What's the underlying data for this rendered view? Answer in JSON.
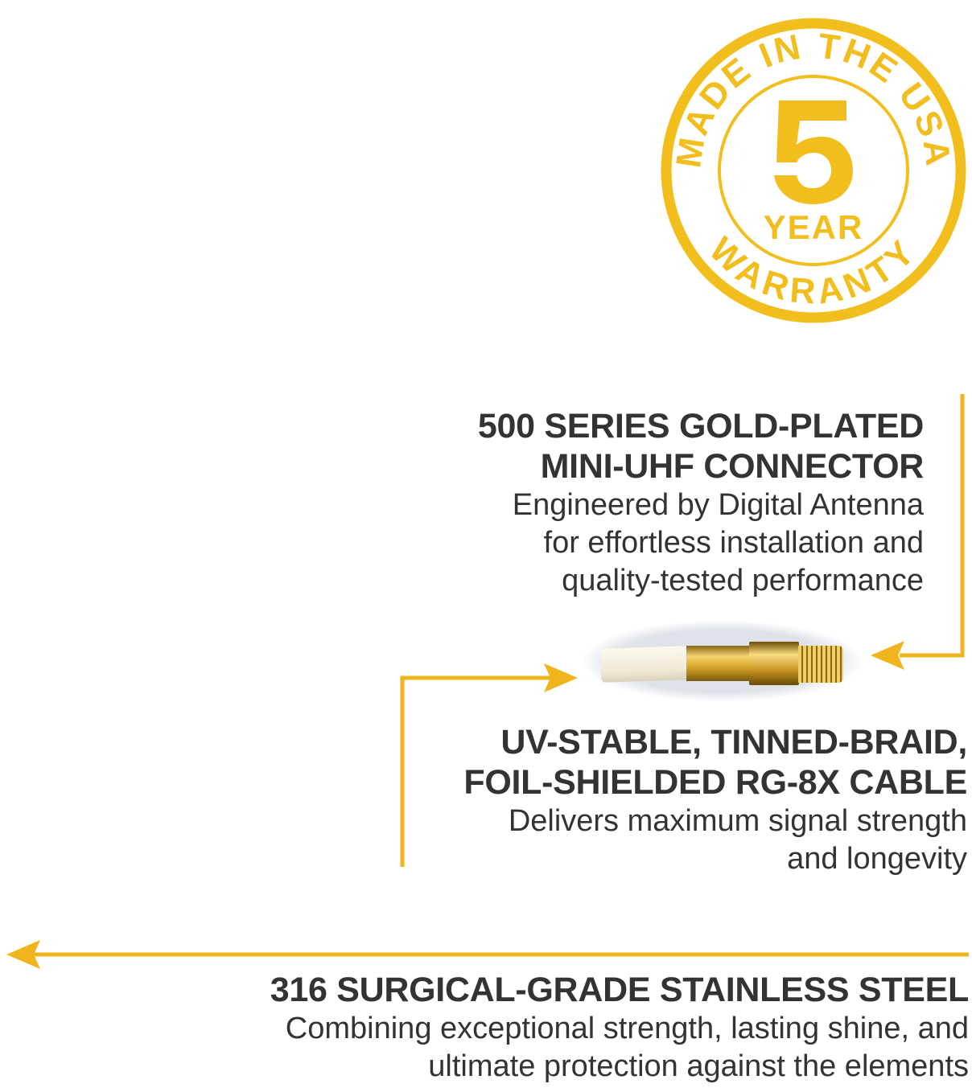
{
  "colors": {
    "accent": "#F2BE1E",
    "arrow": "#F0B41C",
    "text": "#333333"
  },
  "badge": {
    "top_text": "MADE IN THE USA",
    "number": "5",
    "unit": "YEAR",
    "bottom_text": "WARRANTY"
  },
  "features": [
    {
      "title_lines": [
        "500 SERIES GOLD-PLATED",
        "MINI-UHF CONNECTOR"
      ],
      "body_lines": [
        "Engineered by Digital Antenna",
        "for effortless installation and",
        "quality-tested performance"
      ]
    },
    {
      "title_lines": [
        "UV-STABLE, TINNED-BRAID,",
        "FOIL-SHIELDED RG-8X CABLE"
      ],
      "body_lines": [
        "Delivers maximum signal strength",
        "and longevity"
      ]
    },
    {
      "title_lines": [
        "316 SURGICAL-GRADE STAINLESS STEEL"
      ],
      "body_lines": [
        "Combining exceptional strength, lasting shine, and",
        "ultimate protection against the elements"
      ]
    }
  ]
}
